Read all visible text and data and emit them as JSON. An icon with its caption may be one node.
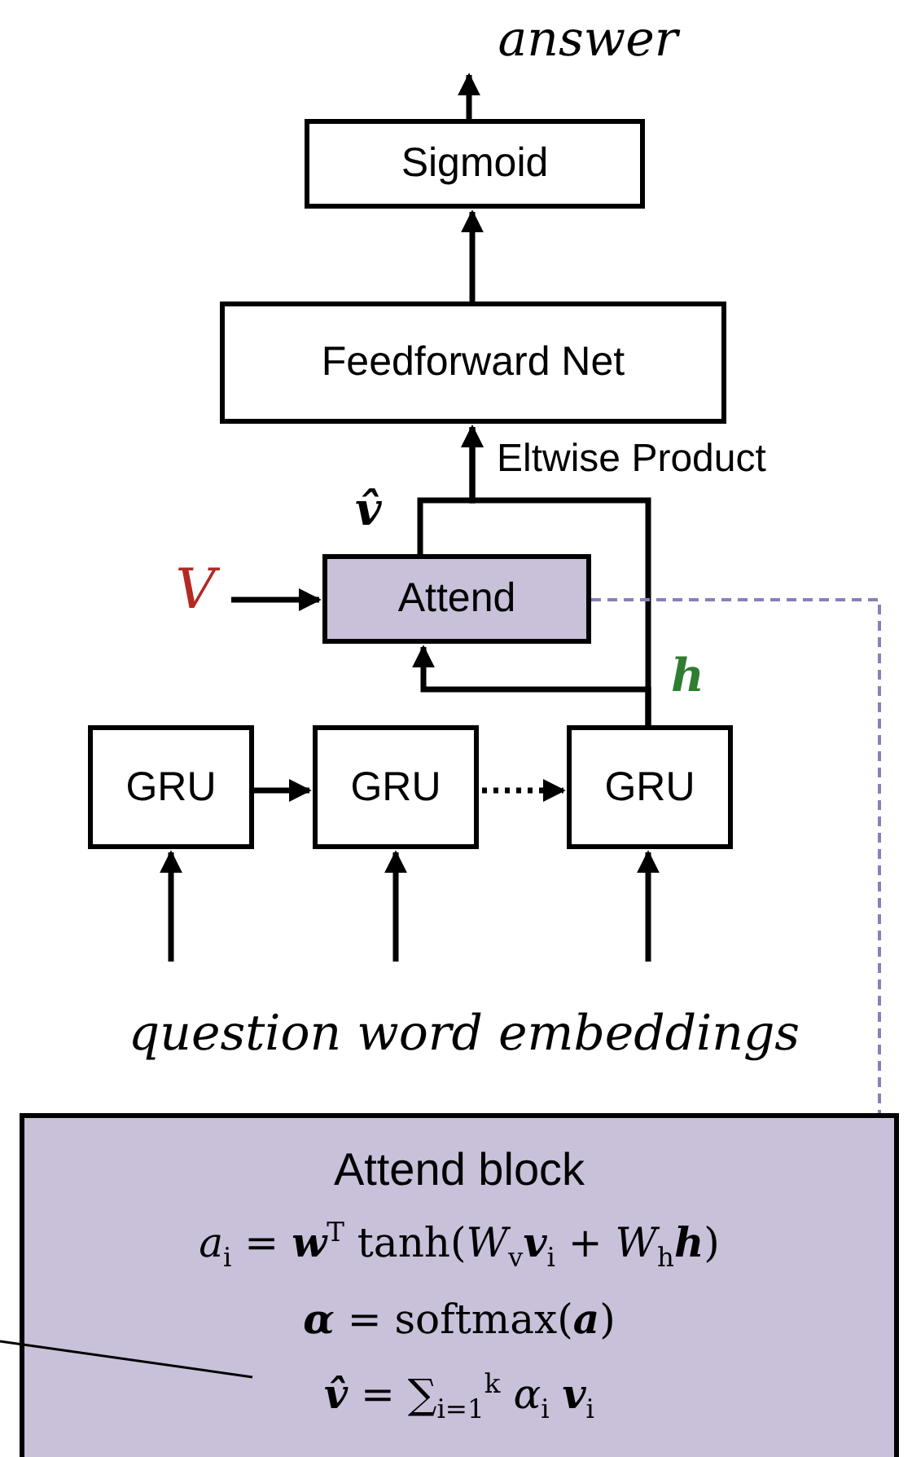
{
  "diagram": {
    "nodes": [
      {
        "text": [
          "answer"
        ]
      },
      {
        "text": [
          "Sigmoid"
        ]
      },
      {
        "text": [
          "Feedforward Net"
        ]
      },
      {
        "text": [
          "V"
        ]
      },
      {
        "text": [
          "Attend"
        ]
      },
      {
        "text": [
          "GRU"
        ]
      },
      {
        "text": [
          "GRU"
        ]
      },
      {
        "text": [
          "GRU"
        ]
      },
      {
        "text": [
          "question word embeddings"
        ]
      },
      {
        "text": [
          "Attend block",
          "*a*$_{i}$ = **w**$^{T}$ tanh(*W*$_{v}$**v**$_{i}$ + *W*$_{h}$**h**)",
          "**α** = softmax(**a**)",
          "**v̂** = ∑$_{i=1}$$^{k}$ *α*$_{i}$ **v**$_{i}$"
        ]
      }
    ],
    "edges": [
      {
        "from": 1,
        "to": 0,
        "arrow": "to"
      },
      {
        "from": 2,
        "to": 1,
        "arrow": "to"
      },
      {
        "from": 4,
        "to": 2,
        "arrow": "to",
        "label": "v̂"
      },
      {
        "from": 7,
        "to": 2,
        "arrow": "to",
        "label": "Eltwise Product"
      },
      {
        "from": 3,
        "to": 4,
        "arrow": "to"
      },
      {
        "from": 7,
        "to": 4,
        "arrow": "to",
        "label": "h"
      },
      {
        "from": 5,
        "to": 6,
        "arrow": "to"
      },
      {
        "from": 6,
        "to": 7,
        "arrow": "to",
        "style": "dashed"
      },
      {
        "from": 8,
        "to": 5,
        "arrow": "to"
      },
      {
        "from": 8,
        "to": 6,
        "arrow": "to"
      },
      {
        "from": 8,
        "to": 7,
        "arrow": "to"
      },
      {
        "from": 4,
        "to": 9,
        "arrow": "none",
        "style": "dashed",
        "color": "#8a7fb8"
      },
      {
        "from": null,
        "to": 9,
        "arrow": "none"
      }
    ]
  }
}
